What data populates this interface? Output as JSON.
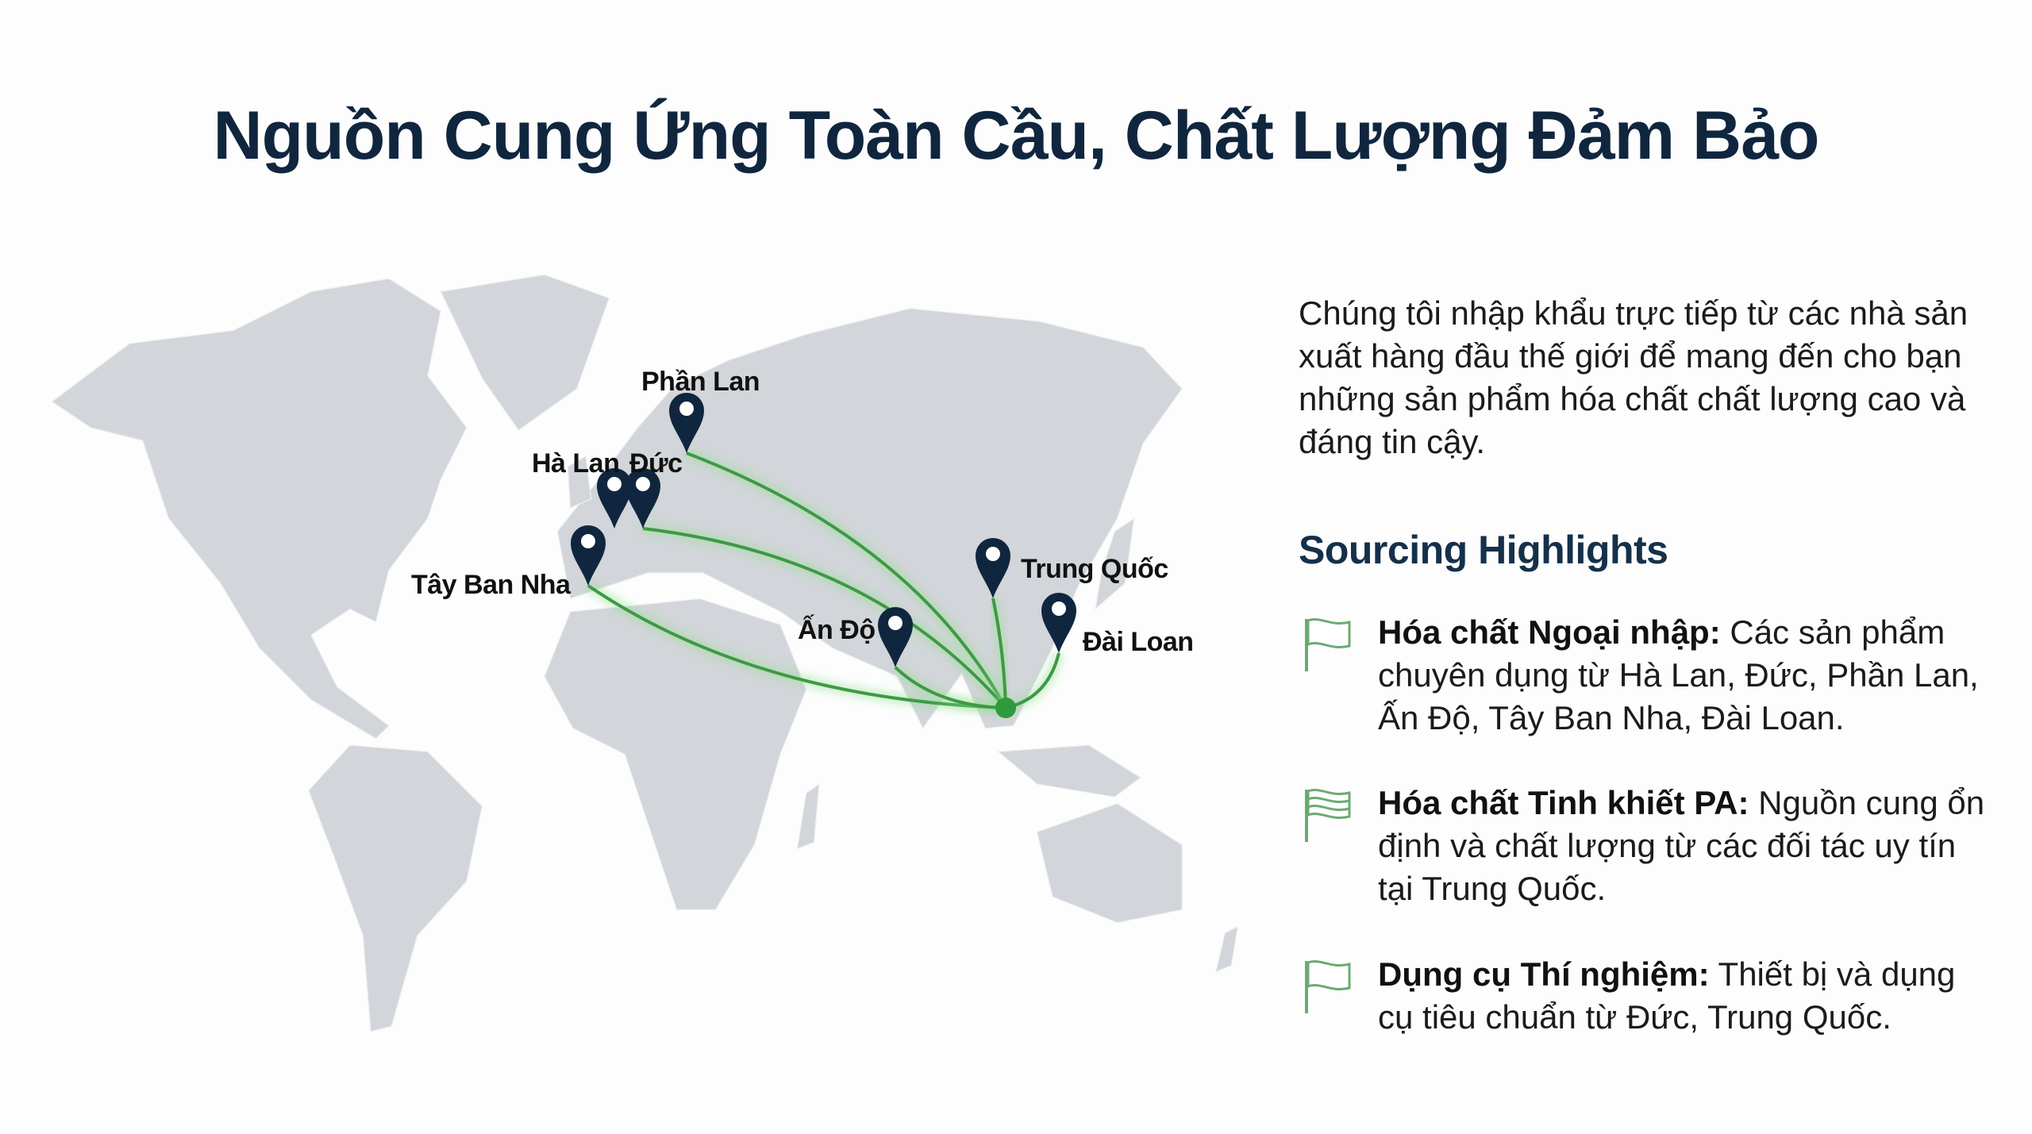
{
  "title": "Nguồn Cung Ứng Toàn Cầu, Chất Lượng Đảm Bảo",
  "map": {
    "pins": [
      {
        "id": "phan-lan",
        "label": "Phần Lan"
      },
      {
        "id": "ha-lan",
        "label": "Hà Lan"
      },
      {
        "id": "duc",
        "label": "Đức"
      },
      {
        "id": "tay-ban-nha",
        "label": "Tây Ban Nha"
      },
      {
        "id": "an-do",
        "label": "Ấn Độ"
      },
      {
        "id": "trung-quoc",
        "label": "Trung Quốc"
      },
      {
        "id": "dai-loan",
        "label": "Đài Loan"
      }
    ],
    "colors": {
      "land": "#d2d5d9",
      "pin": "#10263f",
      "route": "#3d9a44",
      "glow": "#8fe08f"
    }
  },
  "intro": "Chúng tôi nhập khẩu trực tiếp từ các nhà sản xuất hàng đầu thế giới để mang đến cho bạn những sản phẩm hóa chất chất lượng cao và đáng tin cậy.",
  "highlights": {
    "heading": "Sourcing Highlights",
    "items": [
      {
        "icon": "flag-icon",
        "title": "Hóa chất Ngoại nhập:",
        "text": " Các sản phẩm chuyên dụng từ Hà Lan, Đức, Phần Lan, Ấn Độ, Tây Ban Nha, Đài Loan."
      },
      {
        "icon": "striped-flag-icon",
        "title": "Hóa chất Tinh khiết PA:",
        "text": " Nguồn cung ổn định và chất lượng từ các đối tác uy tín tại Trung Quốc."
      },
      {
        "icon": "flag-icon",
        "title": "Dụng cụ Thí nghiệm:",
        "text": " Thiết bị và dụng cụ tiêu chuẩn từ Đức, Trung Quốc."
      }
    ]
  }
}
